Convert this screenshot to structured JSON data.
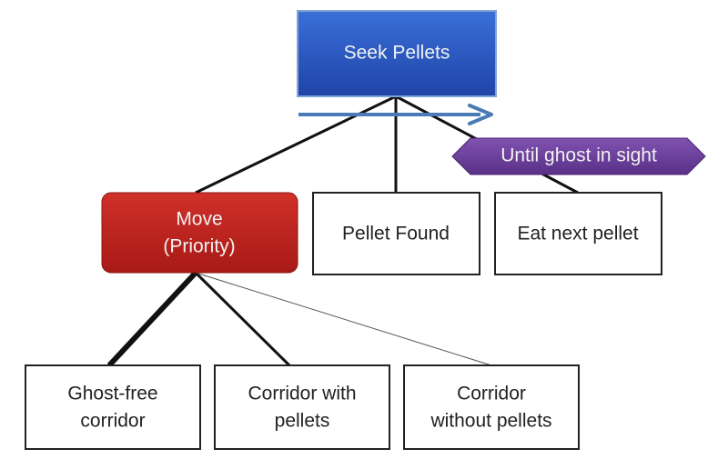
{
  "diagram": {
    "root": {
      "label": "Seek Pellets",
      "fill": "#2a52be",
      "border": "#7fa3d8"
    },
    "decorator": {
      "label": "Until ghost in sight",
      "fill": "#6b3f99"
    },
    "move": {
      "label_line1": "Move",
      "label_line2": "(Priority)",
      "fill": "#c2241f"
    },
    "pellet_found": {
      "label": "Pellet Found"
    },
    "eat_next_pellet": {
      "label": "Eat next pellet"
    },
    "ghost_free_corridor": {
      "label_line1": "Ghost-free",
      "label_line2": "corridor"
    },
    "corridor_with_pellets": {
      "label_line1": "Corridor with",
      "label_line2": "pellets"
    },
    "corridor_without_pellets": {
      "label_line1": "Corridor",
      "label_line2": "without pellets"
    },
    "colors": {
      "line": "#111111",
      "sequence_arrow": "#4a7bb5",
      "leaf_border": "#222222",
      "leaf_fill": "#ffffff"
    }
  }
}
